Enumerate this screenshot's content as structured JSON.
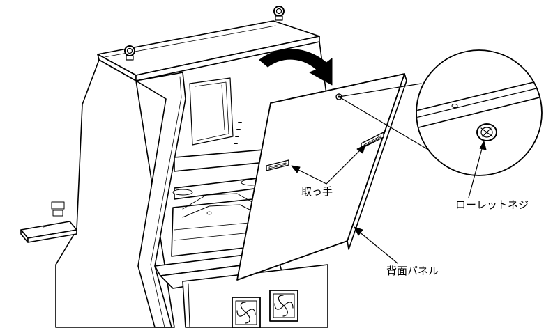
{
  "labels": {
    "handle": "取っ手",
    "knurled_screw": "ローレットネジ",
    "back_panel": "背面パネル"
  },
  "colors": {
    "line": "#000000",
    "fill": "#ffffff",
    "arrow": "#000000"
  },
  "icons": {
    "rotation_arrow": "curved-arrow-icon",
    "fan": "fan-icon",
    "lifting_eye": "lifting-eye-icon"
  }
}
